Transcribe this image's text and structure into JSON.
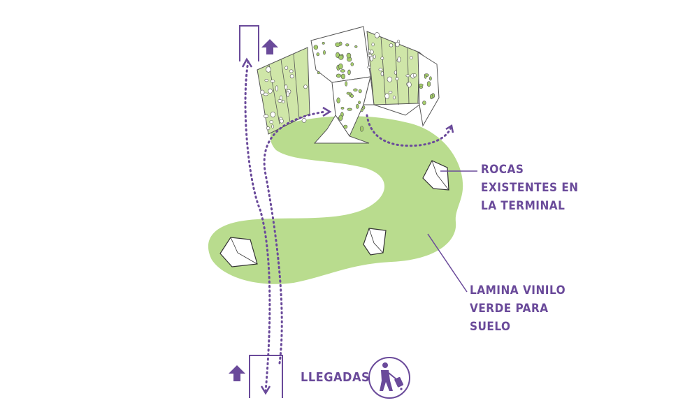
{
  "colors": {
    "accent": "#6a4a9a",
    "floor": "#b9dc8e",
    "panel": "#cfe6a8",
    "dots": "#a5cd6a",
    "outline": "#555555",
    "white": "#ffffff"
  },
  "labels": {
    "rocks": [
      "ROCAS",
      "EXISTENTES EN",
      "LA TERMINAL"
    ],
    "vinyl": [
      "LAMINA VINILO",
      "VERDE PARA",
      "SUELO"
    ],
    "arrivals": "LLEGADAS"
  },
  "icons": {
    "arrivals_icon": "traveler-with-luggage-icon",
    "direction_arrows": "up-arrow-icon"
  }
}
